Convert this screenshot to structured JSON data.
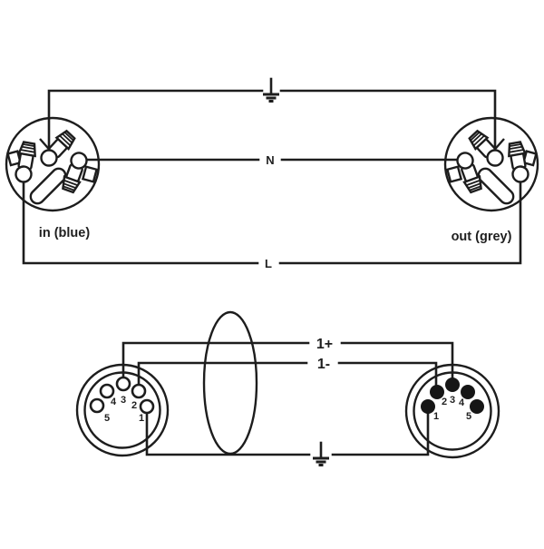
{
  "colors": {
    "line": "#1d1d1d",
    "background": "#ffffff",
    "pin_fill": "#161616",
    "text": "#1f1f1f"
  },
  "power_section": {
    "earth_symbol": "earth-ground",
    "neutral_label": "N",
    "live_label": "L",
    "in_label": "in (blue)",
    "out_label": "out (grey)"
  },
  "signal_section": {
    "positive_label": "1+",
    "negative_label": "1-",
    "earth_symbol": "earth-ground",
    "pin_labels": {
      "p1": "1",
      "p2": "2",
      "p3": "3",
      "p4": "4",
      "p5": "5"
    }
  }
}
